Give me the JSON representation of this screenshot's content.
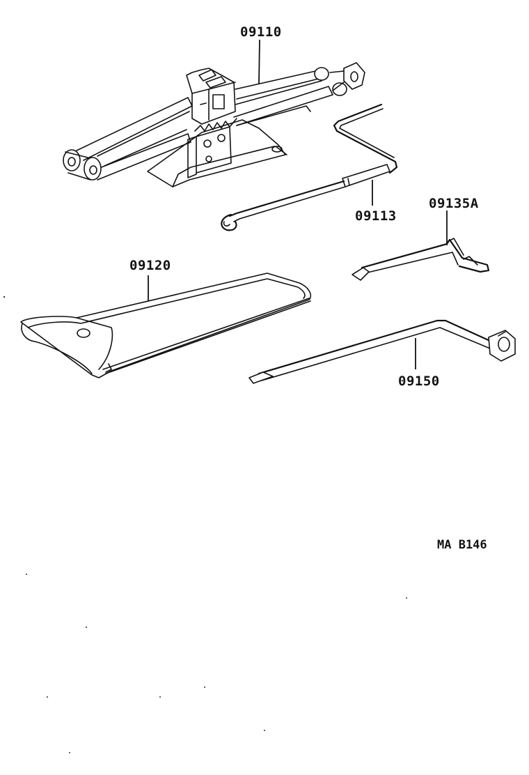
{
  "diagram": {
    "reference_code": "MA B146",
    "parts": [
      {
        "id": "jack",
        "label": "09110"
      },
      {
        "id": "jack-handle",
        "label": "09113"
      },
      {
        "id": "wrench",
        "label": "09135A"
      },
      {
        "id": "tool-bag",
        "label": "09120"
      },
      {
        "id": "lug-wrench",
        "label": "09150"
      }
    ]
  }
}
